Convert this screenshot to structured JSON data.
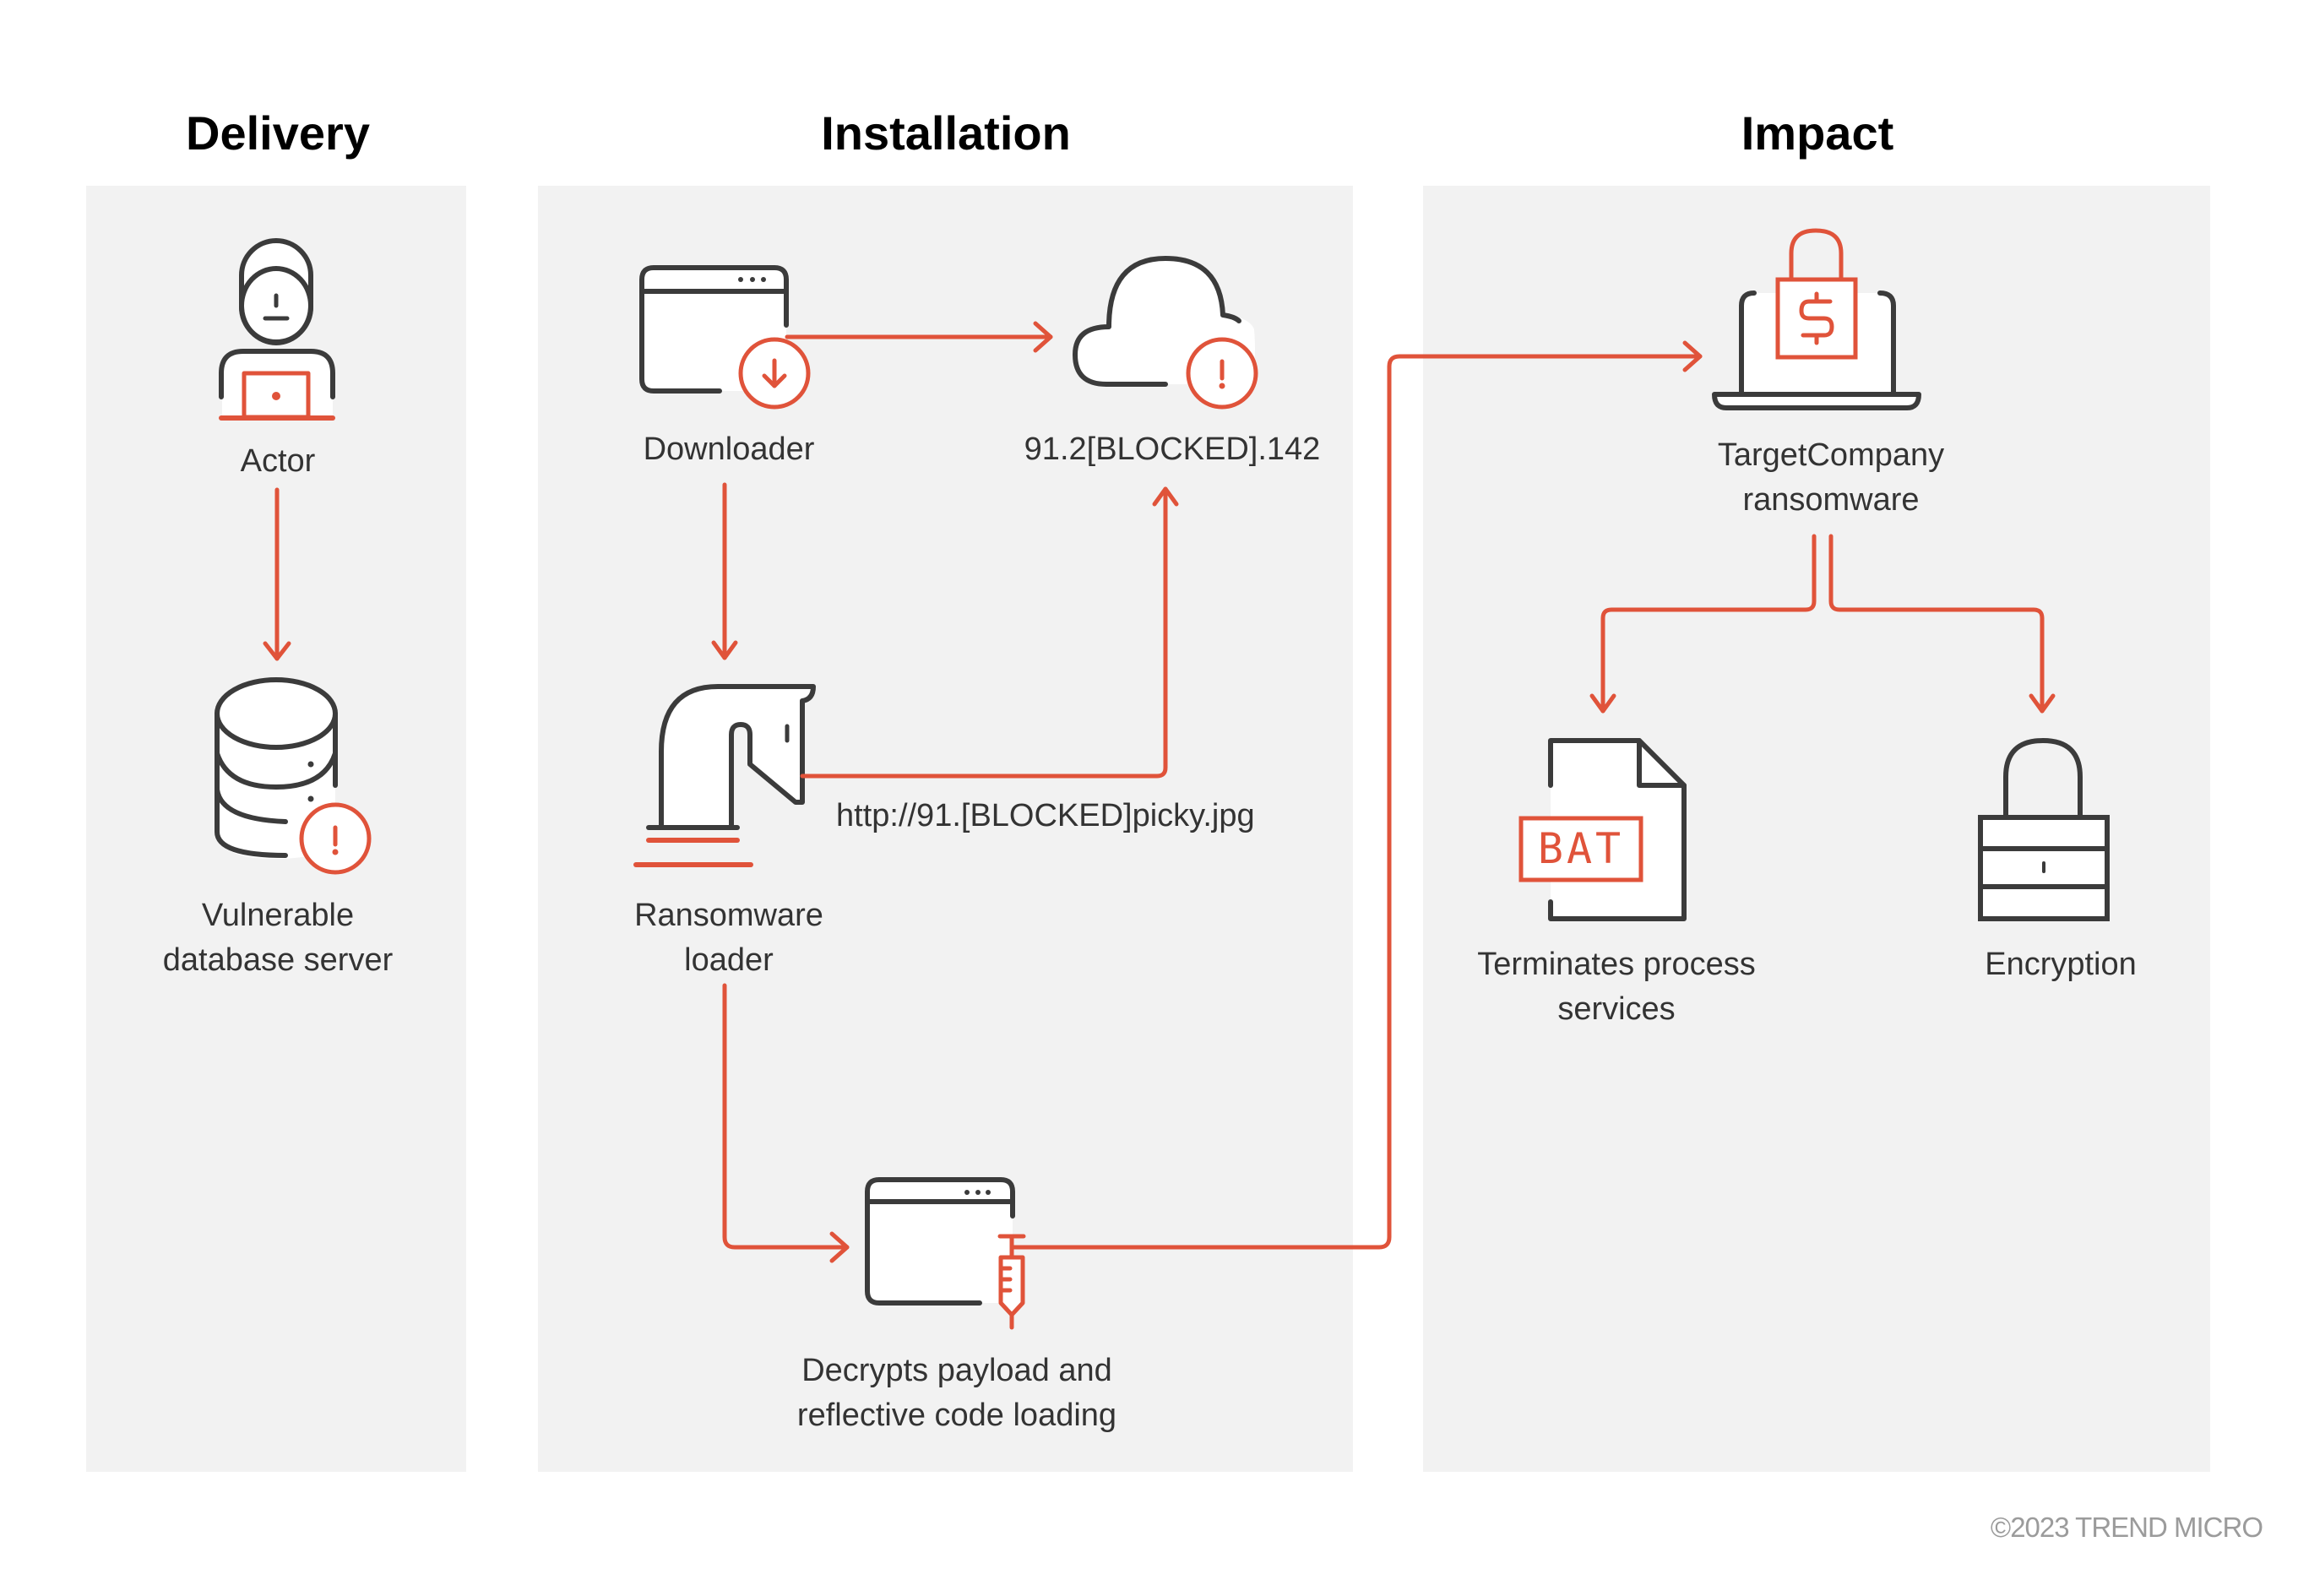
{
  "colors": {
    "accent": "#e0533a",
    "icon_ink": "#3b3b3b",
    "panel_bg": "#f2f2f2",
    "label_text": "#333333",
    "copyright_text": "#9b9b9b"
  },
  "stages": [
    {
      "title": "Delivery",
      "nodes": [
        {
          "id": "actor",
          "icon": "hacker-with-laptop-icon",
          "label": "Actor"
        },
        {
          "id": "db",
          "icon": "database-warning-icon",
          "label_lines": [
            "Vulnerable",
            "database server"
          ]
        }
      ]
    },
    {
      "title": "Installation",
      "nodes": [
        {
          "id": "downloader",
          "icon": "browser-download-icon",
          "label": "Downloader"
        },
        {
          "id": "c2",
          "icon": "cloud-warning-icon",
          "label": "91.2[BLOCKED].142"
        },
        {
          "id": "loader",
          "icon": "trojan-horse-icon",
          "label_lines": [
            "Ransomware",
            "loader"
          ]
        },
        {
          "id": "decrypt",
          "icon": "browser-syringe-icon",
          "label_lines": [
            "Decrypts payload and",
            "reflective code loading"
          ]
        }
      ],
      "edge_labels": {
        "loader_to_c2": "http://91.[BLOCKED]picky.jpg"
      }
    },
    {
      "title": "Impact",
      "nodes": [
        {
          "id": "ransomware",
          "icon": "laptop-ransom-lock-icon",
          "label_lines": [
            "TargetCompany",
            "ransomware"
          ]
        },
        {
          "id": "terminate",
          "icon": "bat-file-icon",
          "label_lines": [
            "Terminates process",
            "services"
          ],
          "badge": "BAT"
        },
        {
          "id": "encryption",
          "icon": "padlock-icon",
          "label": "Encryption"
        }
      ]
    }
  ],
  "edges": [
    {
      "from": "actor",
      "to": "db"
    },
    {
      "from": "downloader",
      "to": "c2"
    },
    {
      "from": "downloader",
      "to": "loader"
    },
    {
      "from": "loader",
      "to": "c2"
    },
    {
      "from": "loader",
      "to": "decrypt"
    },
    {
      "from": "decrypt",
      "to": "ransomware"
    },
    {
      "from": "ransomware",
      "to": "terminate"
    },
    {
      "from": "ransomware",
      "to": "encryption"
    }
  ],
  "footer": {
    "copyright": "©2023 TREND MICRO"
  }
}
